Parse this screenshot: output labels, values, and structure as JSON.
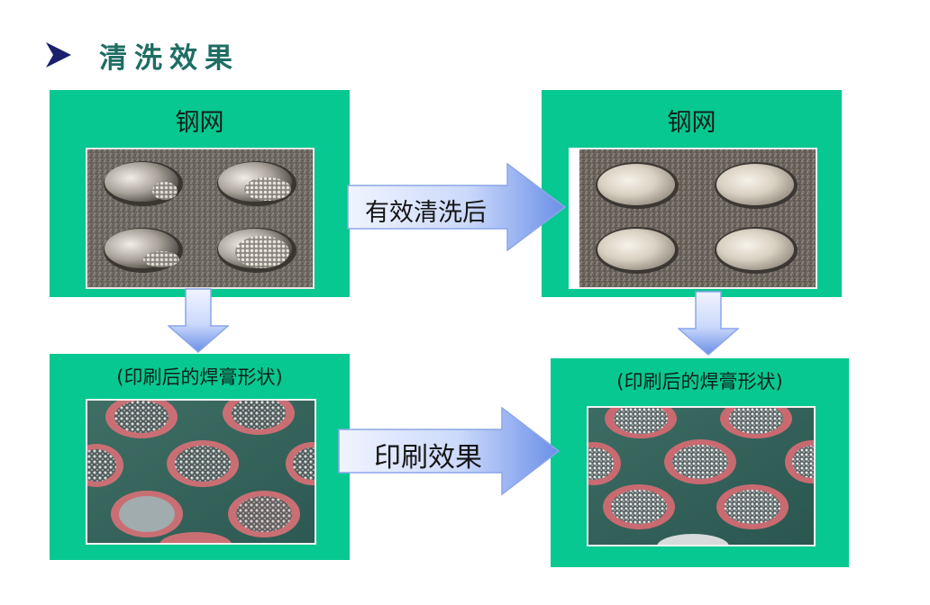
{
  "header": {
    "title": "清洗效果",
    "bullet_icon": "arrowhead-bullet-icon"
  },
  "panels": {
    "stencil_before": {
      "label": "钢网",
      "image_icon": "stencil-dirty-apertures-photo"
    },
    "stencil_after": {
      "label": "钢网",
      "image_icon": "stencil-clean-apertures-photo"
    },
    "paste_before": {
      "label": "(印刷后的焊膏形状)",
      "image_icon": "solder-paste-deposits-before-photo"
    },
    "paste_after": {
      "label": "(印刷后的焊膏形状)",
      "image_icon": "solder-paste-deposits-after-photo"
    }
  },
  "arrows": {
    "clean_label": "有效清洗后",
    "print_label": "印刷效果"
  },
  "colors": {
    "panel_green": "#07c891",
    "title_teal": "#1f6d63",
    "arrow_light": "#f0f4ff",
    "arrow_dark": "#6b8fe8",
    "bullet": "#1a1f6e"
  }
}
